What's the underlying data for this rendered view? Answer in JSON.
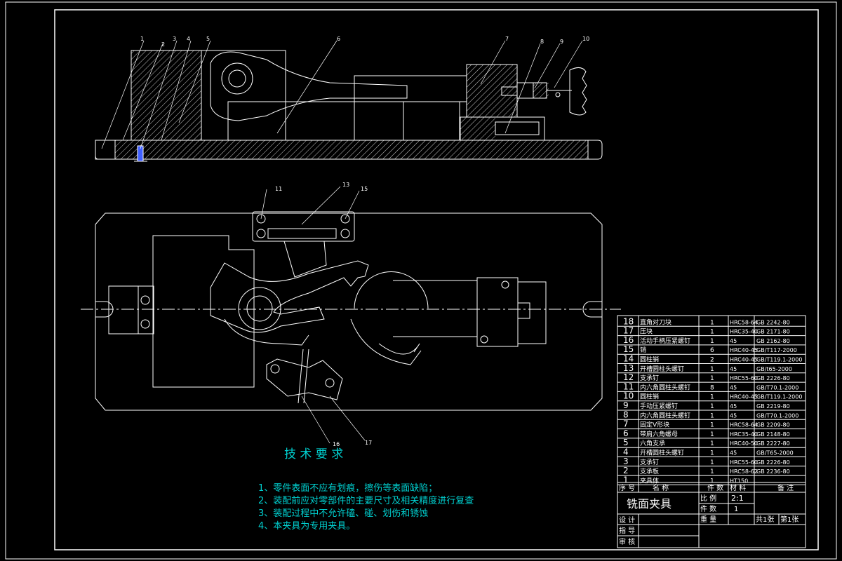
{
  "drawing": {
    "title": "铣面夹具",
    "scale_label": "比 例",
    "scale_value": "2:1",
    "count_label": "件 数",
    "count_value": "1",
    "weight_label": "重 量",
    "sheets_total": "共1张",
    "sheet_no": "第1张",
    "design_label": "设 计",
    "guide_label": "指 导",
    "review_label": "审 核"
  },
  "bom_header": [
    "序 号",
    "名 称",
    "件 数",
    "材 料",
    "备 注"
  ],
  "bom": [
    {
      "no": "18",
      "name": "直角对刀块",
      "qty": "1",
      "mat": "HRC58-64",
      "note": "GB 2242-80"
    },
    {
      "no": "17",
      "name": "压块",
      "qty": "1",
      "mat": "HRC35-40",
      "note": "GB 2171-80"
    },
    {
      "no": "16",
      "name": "活动手柄压紧螺钉",
      "qty": "1",
      "mat": "45",
      "note": "GB 2162-80"
    },
    {
      "no": "15",
      "name": "销",
      "qty": "6",
      "mat": "HRC40-45",
      "note": "GB/T117-2000"
    },
    {
      "no": "14",
      "name": "圆柱销",
      "qty": "2",
      "mat": "HRC40-45",
      "note": "GB/T119.1-2000"
    },
    {
      "no": "13",
      "name": "开槽圆柱头螺钉",
      "qty": "1",
      "mat": "45",
      "note": "GB/t65-2000"
    },
    {
      "no": "12",
      "name": "支承钉",
      "qty": "1",
      "mat": "HRC55-60",
      "note": "GB 2226-80"
    },
    {
      "no": "11",
      "name": "内六角圆柱头螺钉",
      "qty": "8",
      "mat": "45",
      "note": "GB/T70.1-2000"
    },
    {
      "no": "10",
      "name": "圆柱销",
      "qty": "1",
      "mat": "HRC40-45",
      "note": "GB/T119.1-2000"
    },
    {
      "no": "9",
      "name": "手动压紧螺钉",
      "qty": "1",
      "mat": "45",
      "note": "GB 2219-80"
    },
    {
      "no": "8",
      "name": "内六角圆柱头螺钉",
      "qty": "1",
      "mat": "45",
      "note": "GB/T70.1-2000"
    },
    {
      "no": "7",
      "name": "固定V形块",
      "qty": "1",
      "mat": "HRC58-64",
      "note": "GB 2209-80"
    },
    {
      "no": "6",
      "name": "带肩六角螺母",
      "qty": "1",
      "mat": "HRC35-40",
      "note": "GB 2148-80"
    },
    {
      "no": "5",
      "name": "六角支承",
      "qty": "1",
      "mat": "HRC40-50",
      "note": "GB 2227-80"
    },
    {
      "no": "4",
      "name": "开槽圆柱头螺钉",
      "qty": "1",
      "mat": "45",
      "note": "GB/T65-2000"
    },
    {
      "no": "3",
      "name": "支承钉",
      "qty": "1",
      "mat": "HRC55-60",
      "note": "GB 2226-80"
    },
    {
      "no": "2",
      "name": "支承板",
      "qty": "1",
      "mat": "HRC58-62",
      "note": "GB 2236-80"
    },
    {
      "no": "1",
      "name": "夹具体",
      "qty": "1",
      "mat": "HT150",
      "note": ""
    }
  ],
  "requirements": {
    "title": "技 术 要 求",
    "items": [
      "1、零件表面不应有划痕，擦伤等表面缺陷；",
      "2、装配前应对零部件的主要尺寸及相关精度进行复查",
      "3、装配过程中不允许磕、碰、划伤和锈蚀",
      "4、本夹具为专用夹具。"
    ]
  },
  "callouts": {
    "front": [
      "1",
      "2",
      "3",
      "4",
      "5",
      "6",
      "7",
      "8",
      "9",
      "10"
    ],
    "top": [
      "11",
      "13",
      "15",
      "16",
      "17"
    ]
  },
  "colors": {
    "frame": "#ffffff",
    "text_cyan": "#00d0d0",
    "hatch": "#ffffff",
    "center": "#ffffff",
    "screw": "#4060ff"
  }
}
